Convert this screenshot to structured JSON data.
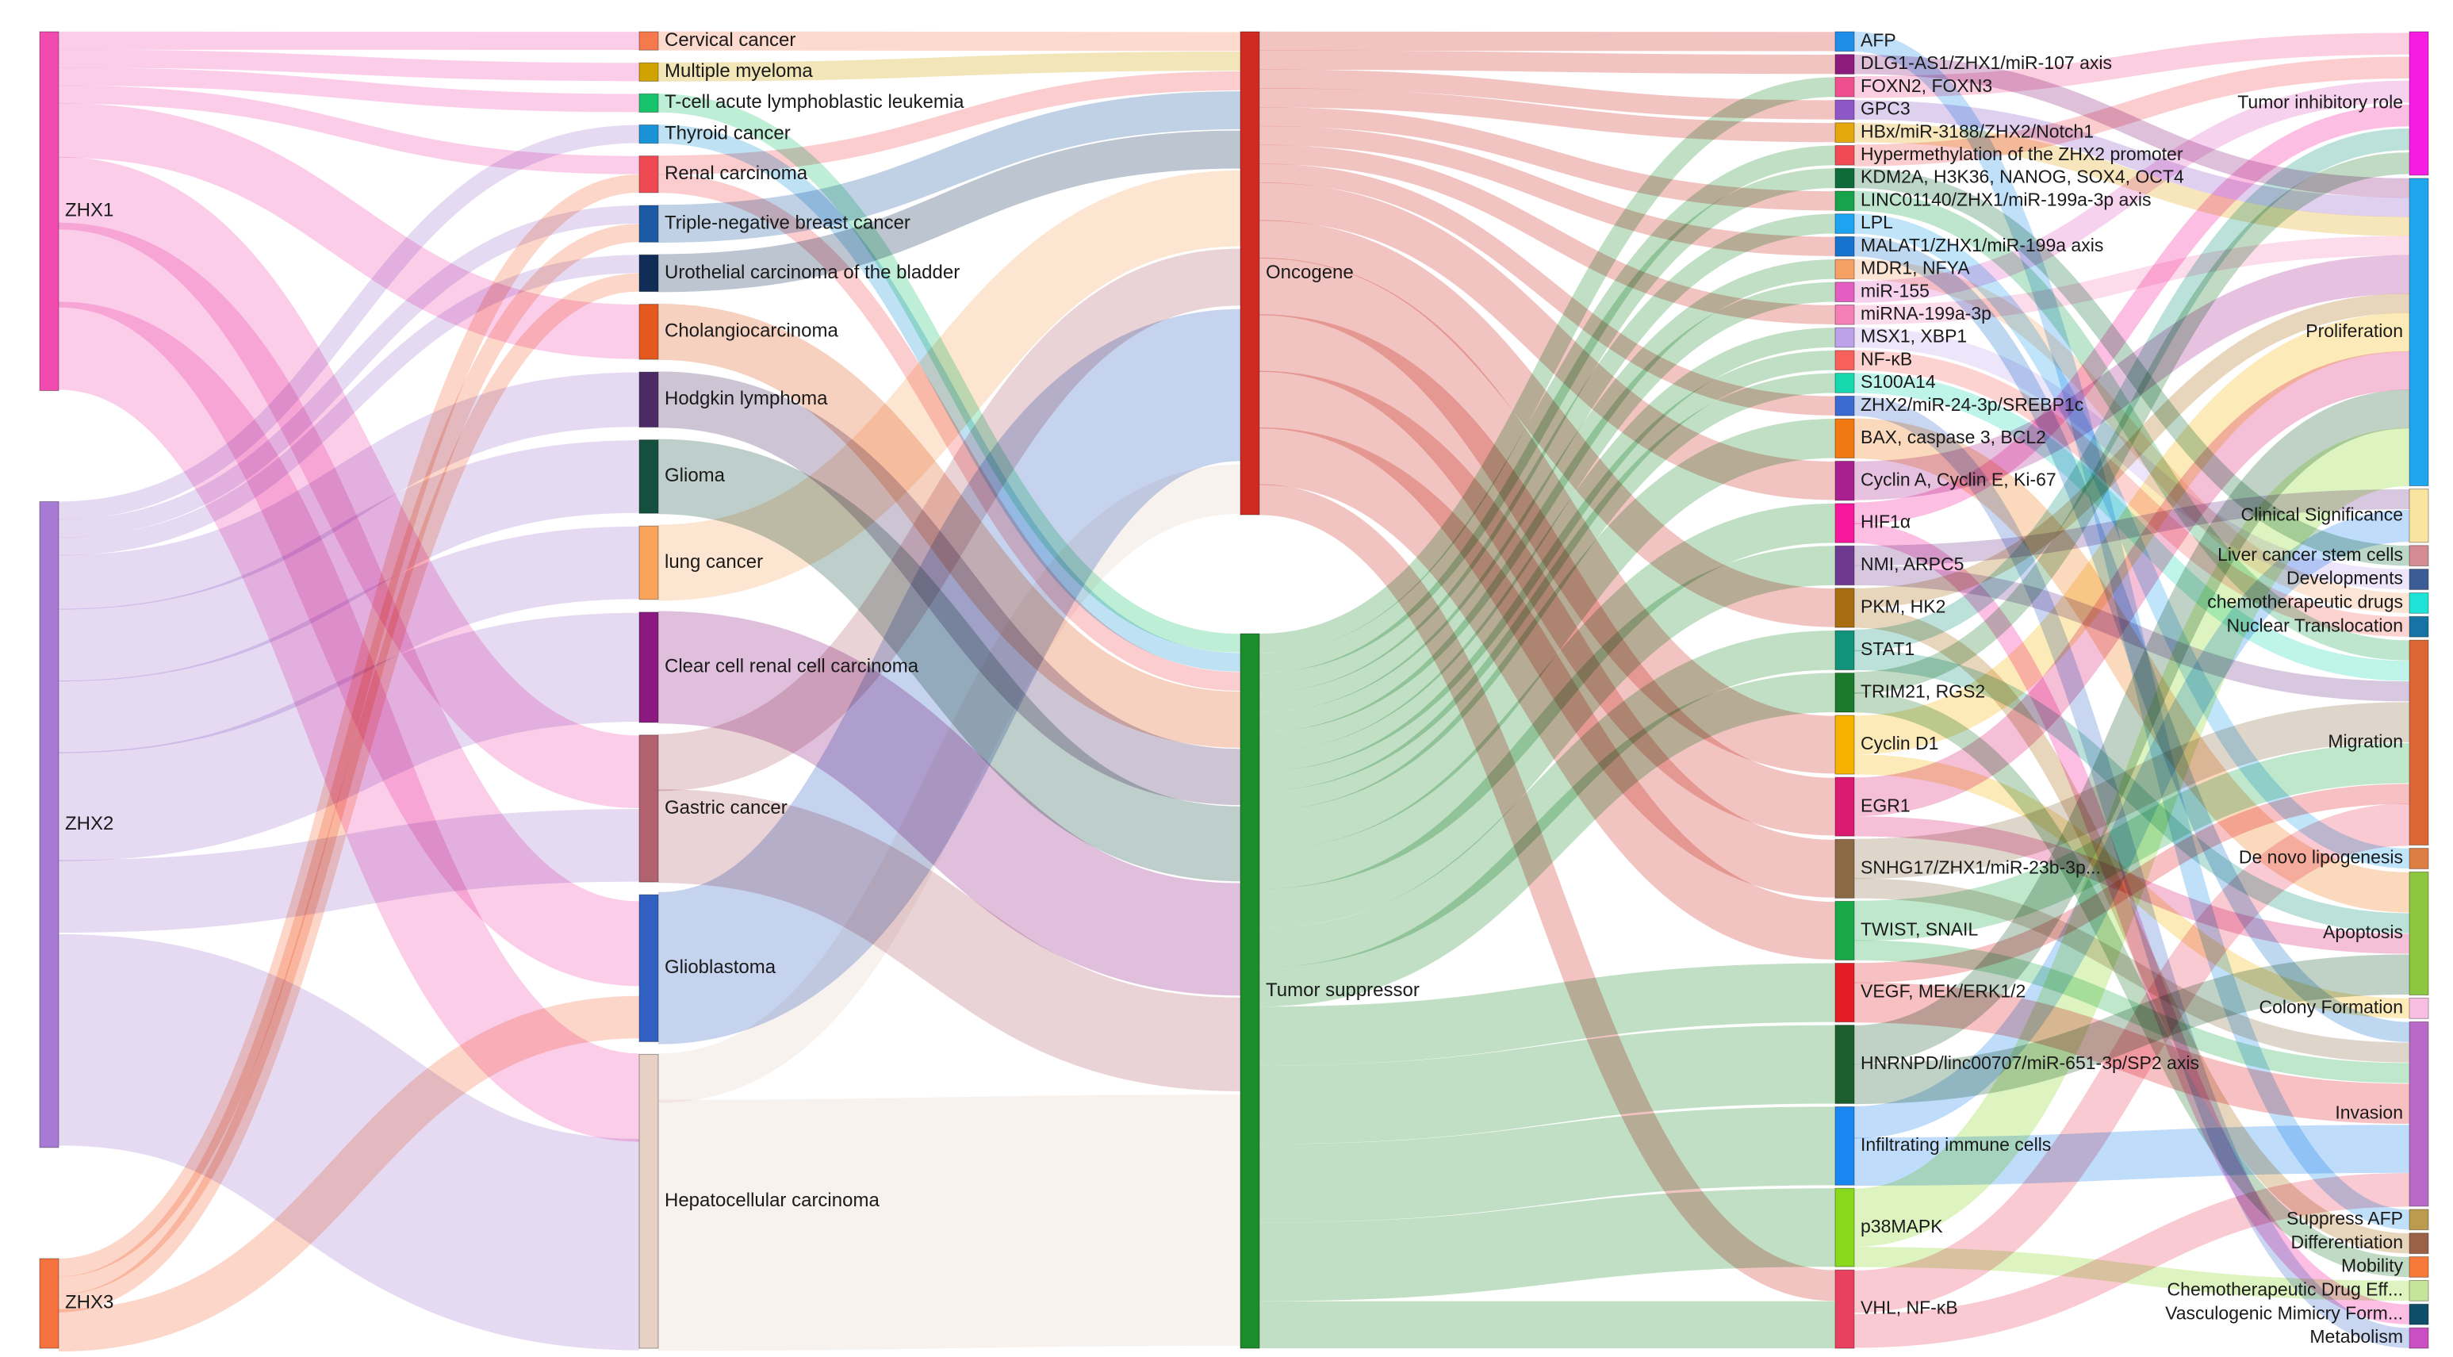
{
  "chart_data": {
    "type": "sankey",
    "columns": [
      {
        "label_side": "right",
        "nodes": [
          {
            "id": "zhx1",
            "label": "ZHX1",
            "value": 10,
            "color": "#f24bb0"
          },
          {
            "id": "zhx2",
            "label": "ZHX2",
            "value": 18,
            "color": "#a77ad3"
          },
          {
            "id": "zhx3",
            "label": "ZHX3",
            "value": 2.5,
            "color": "#f5713e"
          }
        ]
      },
      {
        "label_side": "right",
        "nodes": [
          {
            "id": "cervical",
            "label": "Cervical cancer",
            "value": 0.5,
            "color": "#f47a4e"
          },
          {
            "id": "myeloma",
            "label": "Multiple myeloma",
            "value": 0.5,
            "color": "#d0a300"
          },
          {
            "id": "tall",
            "label": "T-cell acute lymphoblastic leukemia",
            "value": 0.5,
            "color": "#17c46b"
          },
          {
            "id": "thyroid",
            "label": "Thyroid cancer",
            "value": 0.5,
            "color": "#1a92d8"
          },
          {
            "id": "renal",
            "label": "Renal carcinoma",
            "value": 1,
            "color": "#ef4a54"
          },
          {
            "id": "tnbc",
            "label": "Triple-negative breast cancer",
            "value": 1,
            "color": "#1c5aa6"
          },
          {
            "id": "urothelial",
            "label": "Urothelial carcinoma of the bladder",
            "value": 1,
            "color": "#0f2d57"
          },
          {
            "id": "cholangio",
            "label": "Cholangiocarcinoma",
            "value": 1.5,
            "color": "#e4591d"
          },
          {
            "id": "hodgkin",
            "label": "Hodgkin lymphoma",
            "value": 1.5,
            "color": "#4b2a66"
          },
          {
            "id": "glioma",
            "label": "Glioma",
            "value": 2,
            "color": "#15503f"
          },
          {
            "id": "lung",
            "label": "lung cancer",
            "value": 2,
            "color": "#f9a45a"
          },
          {
            "id": "ccrcc",
            "label": "Clear cell renal cell carcinoma",
            "value": 3,
            "color": "#8b1a80"
          },
          {
            "id": "gastric",
            "label": "Gastric cancer",
            "value": 4,
            "color": "#b2616e"
          },
          {
            "id": "gbm",
            "label": "Glioblastoma",
            "value": 4,
            "color": "#3160c2"
          },
          {
            "id": "hcc",
            "label": "Hepatocellular carcinoma",
            "value": 8,
            "color": "#e7d0c4"
          }
        ]
      },
      {
        "label_side": "right",
        "nodes": [
          {
            "id": "onco",
            "label": "Oncogene",
            "value": 12.3,
            "color": "#d02b22"
          },
          {
            "id": "tsg",
            "label": "Tumor suppressor",
            "value": 18.2,
            "color": "#1c8c2c"
          }
        ]
      },
      {
        "label_side": "right",
        "nodes": [
          {
            "id": "afp",
            "label": "AFP",
            "value": 0.5,
            "color": "#1e8ee8"
          },
          {
            "id": "dlg1",
            "label": "DLG1-AS1/ZHX1/miR-107 axis",
            "value": 0.5,
            "color": "#8c1b7e"
          },
          {
            "id": "foxn2",
            "label": "FOXN2, FOXN3",
            "value": 0.5,
            "color": "#ef4f8f"
          },
          {
            "id": "gpc3",
            "label": "GPC3",
            "value": 0.5,
            "color": "#8e57c8"
          },
          {
            "id": "hbx",
            "label": "HBx/miR-3188/ZHX2/Notch1",
            "value": 0.5,
            "color": "#e4a70d"
          },
          {
            "id": "hypermeth",
            "label": "Hypermethylation of the ZHX2 promoter",
            "value": 0.5,
            "color": "#f14a54"
          },
          {
            "id": "kdm2a",
            "label": "KDM2A, H3K36, NANOG, SOX4, OCT4",
            "value": 0.5,
            "color": "#0e6b3a"
          },
          {
            "id": "linc01140",
            "label": "LINC01140/ZHX1/miR-199a-3p axis",
            "value": 0.5,
            "color": "#17a34b"
          },
          {
            "id": "lpl",
            "label": "LPL",
            "value": 0.5,
            "color": "#1ea3f0"
          },
          {
            "id": "malat1",
            "label": "MALAT1/ZHX1/miR-199a axis",
            "value": 0.5,
            "color": "#1873cf"
          },
          {
            "id": "mdr1",
            "label": "MDR1, NFYA",
            "value": 0.5,
            "color": "#f5a165"
          },
          {
            "id": "mir155",
            "label": "miR-155",
            "value": 0.5,
            "color": "#e45ec2"
          },
          {
            "id": "mir199",
            "label": "miRNA-199a-3p",
            "value": 0.5,
            "color": "#f47fb6"
          },
          {
            "id": "msx1",
            "label": "MSX1, XBP1",
            "value": 0.5,
            "color": "#bda2ea"
          },
          {
            "id": "nfkb",
            "label": "NF-κB",
            "value": 0.5,
            "color": "#f7605b"
          },
          {
            "id": "s100a14",
            "label": "S100A14",
            "value": 0.5,
            "color": "#17d9b0"
          },
          {
            "id": "zhx2mir24",
            "label": "ZHX2/miR-24-3p/SREBP1c",
            "value": 0.5,
            "color": "#3c6bd0"
          },
          {
            "id": "bax",
            "label": "BAX, caspase 3, BCL2",
            "value": 1,
            "color": "#f27812"
          },
          {
            "id": "cyclinae",
            "label": "Cyclin A, Cyclin E, Ki-67",
            "value": 1,
            "color": "#a8208e"
          },
          {
            "id": "hif1a",
            "label": "HIF1α",
            "value": 1,
            "color": "#f5189c"
          },
          {
            "id": "nmi",
            "label": "NMI, ARPC5",
            "value": 1,
            "color": "#6e3a8f"
          },
          {
            "id": "pkm",
            "label": "PKM, HK2",
            "value": 1,
            "color": "#a86d10"
          },
          {
            "id": "stat1",
            "label": "STAT1",
            "value": 1,
            "color": "#10927b"
          },
          {
            "id": "trim21",
            "label": "TRIM21, RGS2",
            "value": 1,
            "color": "#1b7a2c"
          },
          {
            "id": "cyclind1",
            "label": "Cyclin D1",
            "value": 1.5,
            "color": "#f6b200"
          },
          {
            "id": "egr1",
            "label": "EGR1",
            "value": 1.5,
            "color": "#d91a70"
          },
          {
            "id": "snhg17",
            "label": "SNHG17/ZHX1/miR-23b-3p...",
            "value": 1.5,
            "color": "#8c6a45"
          },
          {
            "id": "twist",
            "label": "TWIST, SNAIL",
            "value": 1.5,
            "color": "#19a847"
          },
          {
            "id": "vegf",
            "label": "VEGF, MEK/ERK1/2",
            "value": 1.5,
            "color": "#e31c25"
          },
          {
            "id": "hnrnpd",
            "label": "HNRNPD/linc00707/miR-651-3p/SP2 axis",
            "value": 2,
            "color": "#1c5e2e"
          },
          {
            "id": "immune",
            "label": "Infiltrating immune cells",
            "value": 2,
            "color": "#1a86f0"
          },
          {
            "id": "p38",
            "label": "p38MAPK",
            "value": 2,
            "color": "#88d81c"
          },
          {
            "id": "vhl",
            "label": "VHL, NF-κB",
            "value": 2,
            "color": "#e8405f"
          }
        ]
      },
      {
        "label_side": "left",
        "nodes": [
          {
            "id": "tir",
            "label": "Tumor inhibitory role",
            "value": 3.5,
            "color": "#f61ce2"
          },
          {
            "id": "prolif",
            "label": "Proliferation",
            "value": 7.5,
            "color": "#1fa6ee"
          },
          {
            "id": "clinsig",
            "label": "Clinical Significance",
            "value": 1.3,
            "color": "#fbe4a0"
          },
          {
            "id": "lcsc",
            "label": "Liver cancer stem cells",
            "value": 0.5,
            "color": "#d48b94"
          },
          {
            "id": "dev",
            "label": "Developments",
            "value": 0.5,
            "color": "#3b5c94"
          },
          {
            "id": "chemo",
            "label": "chemotherapeutic drugs",
            "value": 0.5,
            "color": "#20e3d7"
          },
          {
            "id": "nucl",
            "label": "Nuclear Translocation",
            "value": 0.5,
            "color": "#1673a3"
          },
          {
            "id": "migr",
            "label": "Migration",
            "value": 5,
            "color": "#dd6634"
          },
          {
            "id": "denovo",
            "label": "De novo lipogenesis",
            "value": 0.5,
            "color": "#dd7e42"
          },
          {
            "id": "apop",
            "label": "Apoptosis",
            "value": 3,
            "color": "#8dc63f"
          },
          {
            "id": "colony",
            "label": "Colony Formation",
            "value": 0.5,
            "color": "#f9bfe3"
          },
          {
            "id": "inv",
            "label": "Invasion",
            "value": 4.5,
            "color": "#b96ac8"
          },
          {
            "id": "suppafp",
            "label": "Suppress AFP",
            "value": 0.5,
            "color": "#bd9b4e"
          },
          {
            "id": "diff",
            "label": "Differentiation",
            "value": 0.5,
            "color": "#9a6048"
          },
          {
            "id": "mob",
            "label": "Mobility",
            "value": 0.5,
            "color": "#f87a3a"
          },
          {
            "id": "chemoeff",
            "label": "Chemotherapeutic Drug Eff...",
            "value": 0.5,
            "color": "#c6e59a"
          },
          {
            "id": "vaso",
            "label": "Vasculogenic Mimicry Form...",
            "value": 0.5,
            "color": "#0f4e68"
          },
          {
            "id": "metab",
            "label": "Metabolism",
            "value": 0.5,
            "color": "#c94fc2"
          }
        ]
      }
    ],
    "links": [
      [
        "zhx1",
        "cervical",
        0.5
      ],
      [
        "zhx1",
        "myeloma",
        0.5
      ],
      [
        "zhx1",
        "tall",
        0.5
      ],
      [
        "zhx1",
        "renal",
        0.5
      ],
      [
        "zhx1",
        "cholangio",
        1.5
      ],
      [
        "zhx1",
        "gastric",
        2
      ],
      [
        "zhx1",
        "gbm",
        2
      ],
      [
        "zhx1",
        "hcc",
        2.5
      ],
      [
        "zhx2",
        "thyroid",
        0.5
      ],
      [
        "zhx2",
        "tnbc",
        0.5
      ],
      [
        "zhx2",
        "urothelial",
        0.5
      ],
      [
        "zhx2",
        "hodgkin",
        1.5
      ],
      [
        "zhx2",
        "glioma",
        2
      ],
      [
        "zhx2",
        "lung",
        2
      ],
      [
        "zhx2",
        "ccrcc",
        3
      ],
      [
        "zhx2",
        "gastric",
        2
      ],
      [
        "zhx2",
        "hcc",
        6
      ],
      [
        "zhx3",
        "renal",
        0.5
      ],
      [
        "zhx3",
        "tnbc",
        0.5
      ],
      [
        "zhx3",
        "urothelial",
        0.5
      ],
      [
        "zhx3",
        "gbm",
        1
      ],
      [
        "cervical",
        "onco",
        0.5
      ],
      [
        "myeloma",
        "onco",
        0.5
      ],
      [
        "tall",
        "tsg",
        0.5
      ],
      [
        "thyroid",
        "tsg",
        0.5
      ],
      [
        "renal",
        "onco",
        0.5
      ],
      [
        "renal",
        "tsg",
        0.5
      ],
      [
        "tnbc",
        "onco",
        1
      ],
      [
        "urothelial",
        "onco",
        1
      ],
      [
        "cholangio",
        "tsg",
        1.5
      ],
      [
        "hodgkin",
        "tsg",
        1.5
      ],
      [
        "glioma",
        "tsg",
        2
      ],
      [
        "lung",
        "onco",
        2
      ],
      [
        "ccrcc",
        "tsg",
        3
      ],
      [
        "gastric",
        "onco",
        1.5
      ],
      [
        "gastric",
        "tsg",
        2.5
      ],
      [
        "gbm",
        "onco",
        4
      ],
      [
        "hcc",
        "onco",
        1.3
      ],
      [
        "hcc",
        "tsg",
        6.7
      ],
      [
        "onco",
        "afp",
        0.5
      ],
      [
        "onco",
        "dlg1",
        0.5
      ],
      [
        "onco",
        "gpc3",
        0.5
      ],
      [
        "onco",
        "hbx",
        0.5
      ],
      [
        "onco",
        "linc01140",
        0.5
      ],
      [
        "onco",
        "malat1",
        0.5
      ],
      [
        "onco",
        "mir199",
        0.5
      ],
      [
        "onco",
        "zhx2mir24",
        0.5
      ],
      [
        "onco",
        "cyclinae",
        1
      ],
      [
        "onco",
        "pkm",
        1
      ],
      [
        "onco",
        "cyclind1",
        1.5
      ],
      [
        "onco",
        "egr1",
        1.5
      ],
      [
        "onco",
        "snhg17",
        1.5
      ],
      [
        "onco",
        "twist",
        1.5
      ],
      [
        "onco",
        "vhl",
        0.8
      ],
      [
        "tsg",
        "foxn2",
        0.5
      ],
      [
        "tsg",
        "hypermeth",
        0.5
      ],
      [
        "tsg",
        "kdm2a",
        0.5
      ],
      [
        "tsg",
        "lpl",
        0.5
      ],
      [
        "tsg",
        "mdr1",
        0.5
      ],
      [
        "tsg",
        "mir155",
        0.5
      ],
      [
        "tsg",
        "msx1",
        0.5
      ],
      [
        "tsg",
        "nfkb",
        0.5
      ],
      [
        "tsg",
        "s100a14",
        0.5
      ],
      [
        "tsg",
        "bax",
        1
      ],
      [
        "tsg",
        "hif1a",
        1
      ],
      [
        "tsg",
        "nmi",
        1
      ],
      [
        "tsg",
        "stat1",
        1
      ],
      [
        "tsg",
        "trim21",
        1
      ],
      [
        "tsg",
        "vegf",
        1.5
      ],
      [
        "tsg",
        "hnrnpd",
        2
      ],
      [
        "tsg",
        "immune",
        2
      ],
      [
        "tsg",
        "p38",
        2
      ],
      [
        "tsg",
        "vhl",
        1.2
      ],
      [
        "afp",
        "suppafp",
        0.5
      ],
      [
        "dlg1",
        "prolif",
        0.5
      ],
      [
        "foxn2",
        "tir",
        0.5
      ],
      [
        "gpc3",
        "prolif",
        0.5
      ],
      [
        "hbx",
        "prolif",
        0.5
      ],
      [
        "hypermeth",
        "tir",
        0.5
      ],
      [
        "kdm2a",
        "lcsc",
        0.5
      ],
      [
        "linc01140",
        "migr",
        0.5
      ],
      [
        "lpl",
        "denovo",
        0.5
      ],
      [
        "malat1",
        "inv",
        0.5
      ],
      [
        "mdr1",
        "chemo",
        0.5
      ],
      [
        "mir155",
        "tir",
        0.5
      ],
      [
        "mir199",
        "prolif",
        0.5
      ],
      [
        "msx1",
        "dev",
        0.5
      ],
      [
        "nfkb",
        "nucl",
        0.5
      ],
      [
        "s100a14",
        "migr",
        0.5
      ],
      [
        "zhx2mir24",
        "metab",
        0.5
      ],
      [
        "bax",
        "apop",
        1
      ],
      [
        "cyclinae",
        "prolif",
        1
      ],
      [
        "hif1a",
        "vaso",
        0.5
      ],
      [
        "hif1a",
        "tir",
        0.5
      ],
      [
        "nmi",
        "migr",
        0.5
      ],
      [
        "nmi",
        "clinsig",
        0.5
      ],
      [
        "pkm",
        "prolif",
        0.5
      ],
      [
        "pkm",
        "metab",
        0
      ],
      [
        "pkm",
        "diff",
        0.5
      ],
      [
        "stat1",
        "apop",
        0.5
      ],
      [
        "stat1",
        "tir",
        0.5
      ],
      [
        "trim21",
        "mob",
        0.5
      ],
      [
        "trim21",
        "tir",
        0.5
      ],
      [
        "cyclind1",
        "prolif",
        1
      ],
      [
        "cyclind1",
        "colony",
        0.5
      ],
      [
        "egr1",
        "prolif",
        1
      ],
      [
        "egr1",
        "apop",
        0.5
      ],
      [
        "snhg17",
        "migr",
        1
      ],
      [
        "snhg17",
        "inv",
        0.5
      ],
      [
        "twist",
        "migr",
        1
      ],
      [
        "twist",
        "inv",
        0.5
      ],
      [
        "vegf",
        "inv",
        1
      ],
      [
        "vegf",
        "migr",
        0.5
      ],
      [
        "hnrnpd",
        "prolif",
        1
      ],
      [
        "hnrnpd",
        "apop",
        1
      ],
      [
        "immune",
        "clinsig",
        0.8
      ],
      [
        "immune",
        "inv",
        1.2
      ],
      [
        "p38",
        "prolif",
        1.5
      ],
      [
        "p38",
        "chemoeff",
        0.5
      ],
      [
        "vhl",
        "inv",
        0.8
      ],
      [
        "vhl",
        "migr",
        1
      ]
    ]
  }
}
